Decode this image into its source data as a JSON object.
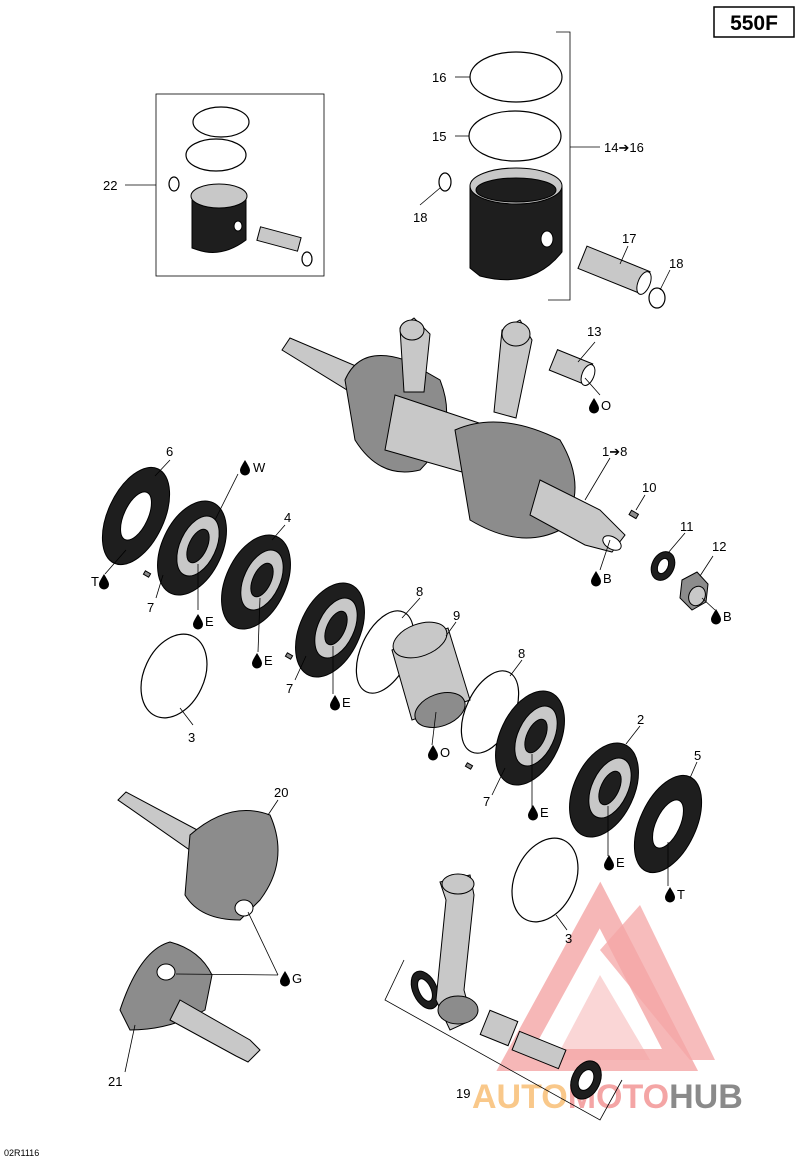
{
  "model_badge": "550F",
  "drawing_code": "02R1116",
  "watermark": {
    "part1": "AUTO",
    "part2": "MOTO",
    "part3": "HUB",
    "color_main": "#f4a5a5",
    "color_light": "#f9c88a",
    "color_gray": "#8a8a8a"
  },
  "callouts": {
    "c1_8": "1➔8",
    "c2": "2",
    "c3a": "3",
    "c3b": "3",
    "c4": "4",
    "c5": "5",
    "c6": "6",
    "c7a": "7",
    "c7b": "7",
    "c7c": "7",
    "c8a": "8",
    "c8b": "8",
    "c9": "9",
    "c10": "10",
    "c11": "11",
    "c12": "12",
    "c13": "13",
    "c14_16": "14➔16",
    "c15": "15",
    "c16": "16",
    "c17": "17",
    "c18a": "18",
    "c18b": "18",
    "c19": "19",
    "c20": "20",
    "c21": "21",
    "c22": "22"
  },
  "lubricants": {
    "w": "W",
    "o13": "O",
    "b1": "B",
    "t6": "T",
    "e7a": "E",
    "e4": "E",
    "b12": "B",
    "e7b": "E",
    "o9": "O",
    "e7c": "E",
    "e2": "E",
    "t5": "T",
    "g": "G"
  }
}
